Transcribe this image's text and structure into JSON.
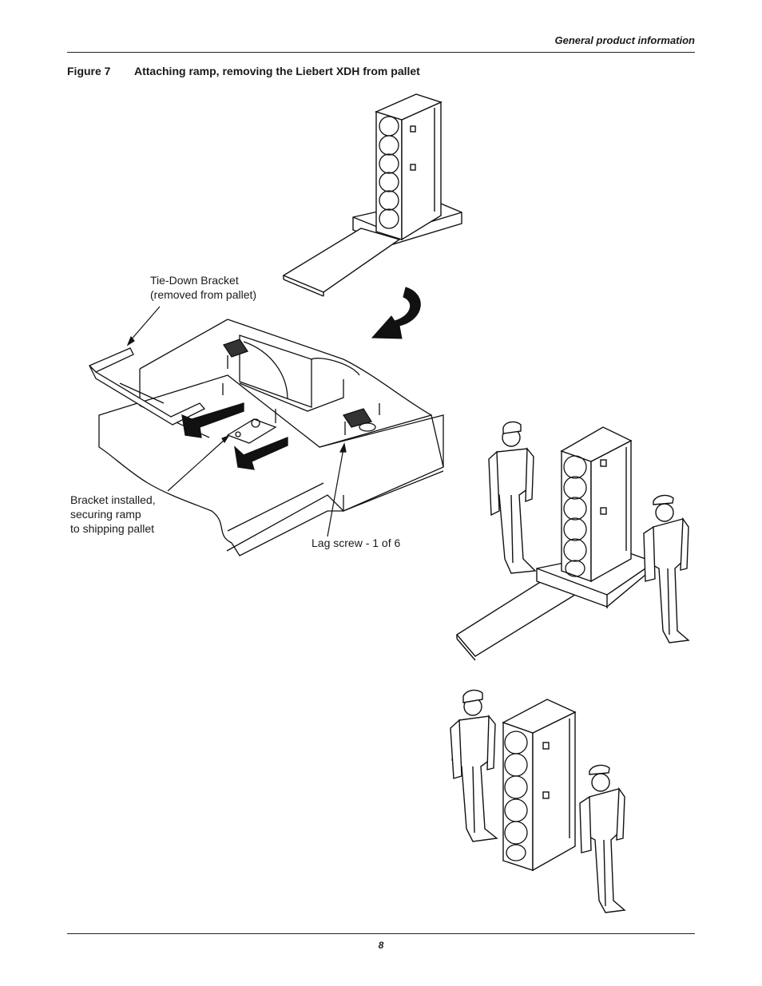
{
  "header": {
    "section_title": "General product information"
  },
  "figure": {
    "number": "Figure 7",
    "title": "Attaching ramp, removing the Liebert XDH from pallet",
    "callouts": {
      "tie_down_bracket": "Tie-Down Bracket\n(removed from pallet)",
      "bracket_installed": "Bracket installed,\nsecuring ramp\nto shipping pallet",
      "lag_screw": "Lag screw - 1 of 6"
    }
  },
  "footer": {
    "page_number": "8"
  }
}
